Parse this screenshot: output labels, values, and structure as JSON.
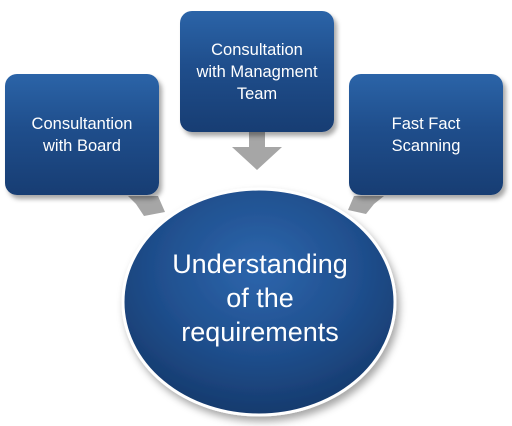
{
  "diagram": {
    "center": {
      "lines": [
        "Understanding",
        "of the",
        "requirements"
      ]
    },
    "inputs": [
      {
        "id": "left",
        "lines": [
          "Consultantion",
          "with Board"
        ]
      },
      {
        "id": "top",
        "lines": [
          "Consultation",
          "with Managment",
          "Team"
        ]
      },
      {
        "id": "right",
        "lines": [
          "Fast Fact",
          "Scanning"
        ]
      }
    ]
  },
  "colors": {
    "box_fill": "#1f4e8c",
    "circle_fill": "#1c4a86",
    "arrow": "#a6a6a6",
    "text": "#ffffff"
  }
}
